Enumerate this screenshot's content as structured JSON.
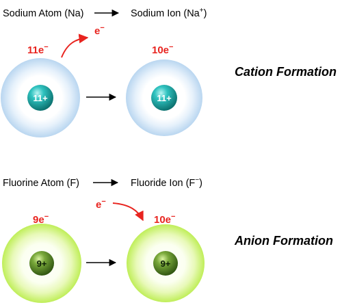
{
  "cation": {
    "atom_label": "Sodium Atom (Na)",
    "ion_label": "Sodium Ion (Na",
    "ion_charge": "+",
    "ion_label_close": ")",
    "atom_electrons": "11e",
    "ion_electrons": "10e",
    "electron_symbol": "e",
    "electron_sup": "−",
    "atom_nucleus": "11+",
    "ion_nucleus": "11+",
    "title": "Cation Formation",
    "colors": {
      "shell": "#c4dcf2",
      "nucleus": "#17a5a2"
    }
  },
  "anion": {
    "atom_label": "Fluorine Atom (F)",
    "ion_label": "Fluoride Ion (F",
    "ion_charge": "−",
    "ion_label_close": ")",
    "atom_electrons": "9e",
    "ion_electrons": "10e",
    "electron_symbol": "e",
    "electron_sup": "−",
    "atom_nucleus": "9+",
    "ion_nucleus": "9+",
    "title": "Anion Formation",
    "colors": {
      "shell": "#c6ef66",
      "nucleus": "#5a8c1d"
    }
  },
  "accent_color": "#e8241f"
}
